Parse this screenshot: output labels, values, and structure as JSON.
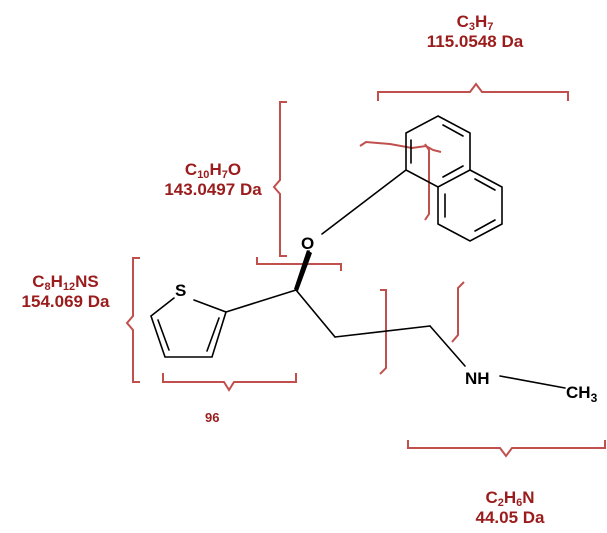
{
  "fragments": {
    "c3h7": {
      "formula_main": "C",
      "n1": "3",
      "h": "H",
      "n2": "7",
      "mass": "115.0548 Da"
    },
    "c10h7o": {
      "formula_main": "C",
      "n1": "10",
      "h": "H",
      "n2": "7",
      "tail": "O",
      "mass": "143.0497 Da"
    },
    "c8h12ns": {
      "formula_main": "C",
      "n1": "8",
      "h": "H",
      "n2": "12",
      "tail": "NS",
      "mass": "154.069 Da"
    },
    "c2h6n": {
      "formula_main": "C",
      "n1": "2",
      "h": "H",
      "n2": "6",
      "tail": "N",
      "mass": "44.05 Da"
    },
    "thiophene_label": "96"
  },
  "atoms": {
    "oxygen": "O",
    "sulfur": "S",
    "amine": "NH",
    "methyl_c": "CH",
    "methyl_sub": "3"
  },
  "colors": {
    "bracket": "#c0504d",
    "label": "#9b1c1c",
    "bond": "#000000"
  }
}
